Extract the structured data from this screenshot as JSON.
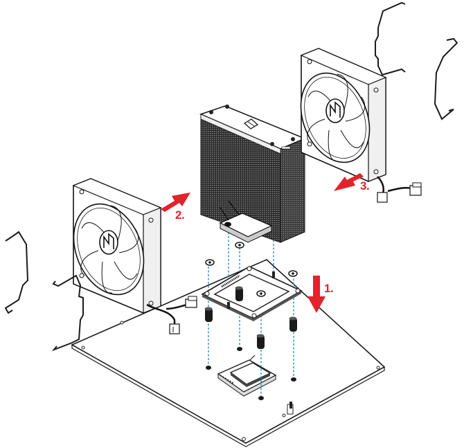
{
  "diagram": {
    "type": "exploded assembly illustration",
    "subject": "CPU tower air cooler installation with dual fans",
    "accent_color": "#e3222b",
    "line_color": "#1a1a1a",
    "guide_line_color": "#2a8fc0"
  },
  "steps": [
    {
      "number": "1.",
      "description": "Lower mounting bracket and standoffs onto motherboard",
      "arrow_direction": "down"
    },
    {
      "number": "2.",
      "description": "Attach front fan to heatsink",
      "arrow_direction": "up-right"
    },
    {
      "number": "3.",
      "description": "Attach rear fan to heatsink",
      "arrow_direction": "down-left"
    }
  ],
  "components": [
    {
      "name": "front-fan",
      "logo": "N"
    },
    {
      "name": "rear-fan",
      "logo": "N"
    },
    {
      "name": "heatsink-tower"
    },
    {
      "name": "mounting-bracket"
    },
    {
      "name": "standoffs",
      "count": 4
    },
    {
      "name": "thumb-screws",
      "count": 4
    },
    {
      "name": "fan-clips",
      "count": 4
    },
    {
      "name": "cpu"
    },
    {
      "name": "motherboard"
    },
    {
      "name": "fan-connectors",
      "count": 2
    }
  ]
}
